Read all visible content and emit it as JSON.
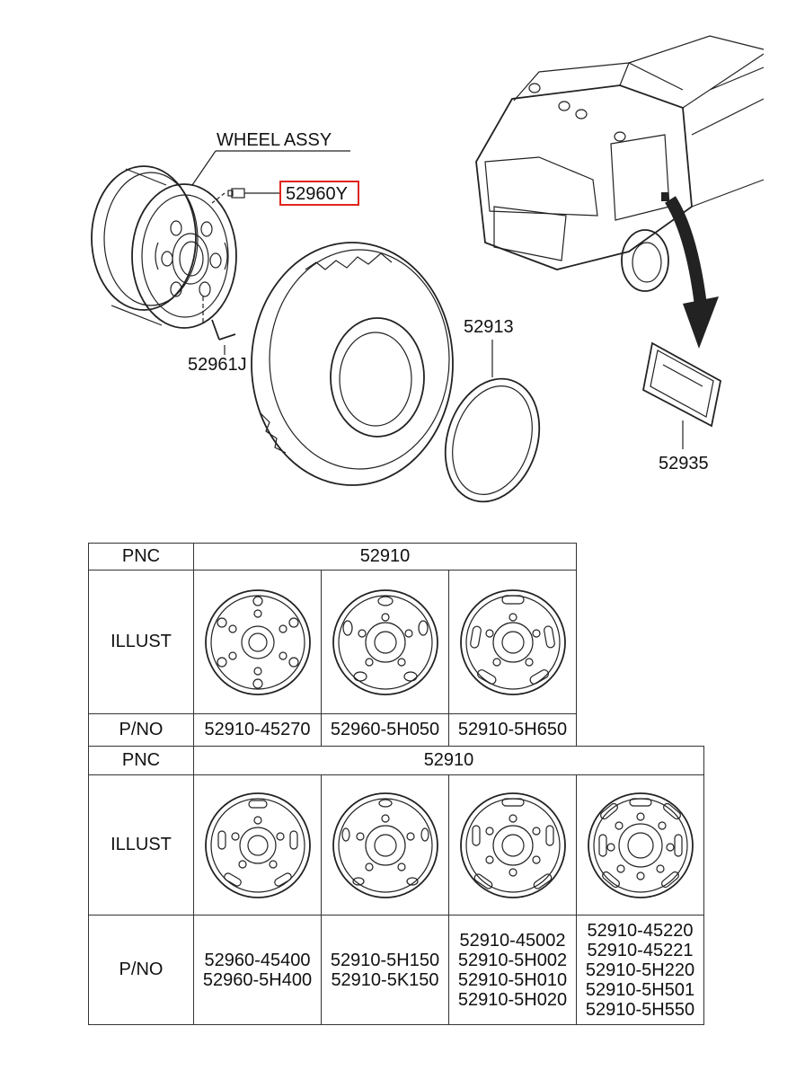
{
  "labels": {
    "wheel_assy": "WHEEL ASSY",
    "bolt": "52960Y",
    "valve": "52961J",
    "tire_flap": "52913",
    "label_plate": "52935"
  },
  "highlight_color": "#e0241b",
  "table_top": {
    "pnc_header": "PNC",
    "pnc_value": "52910",
    "illust_header": "ILLUST",
    "pno_header": "P/NO",
    "part_numbers": [
      "52910-45270",
      "52960-5H050",
      "52910-5H650"
    ]
  },
  "table_bottom": {
    "pnc_header": "PNC",
    "pnc_value": "52910",
    "illust_header": "ILLUST",
    "pno_header": "P/NO",
    "part_numbers": [
      [
        "52960-45400",
        "52960-5H400"
      ],
      [
        "52910-5H150",
        "52910-5K150"
      ],
      [
        "52910-45002",
        "52910-5H002",
        "52910-5H010",
        "52910-5H020"
      ],
      [
        "52910-45220",
        "52910-45221",
        "52910-5H220",
        "52910-5H501",
        "52910-5H550"
      ]
    ]
  }
}
